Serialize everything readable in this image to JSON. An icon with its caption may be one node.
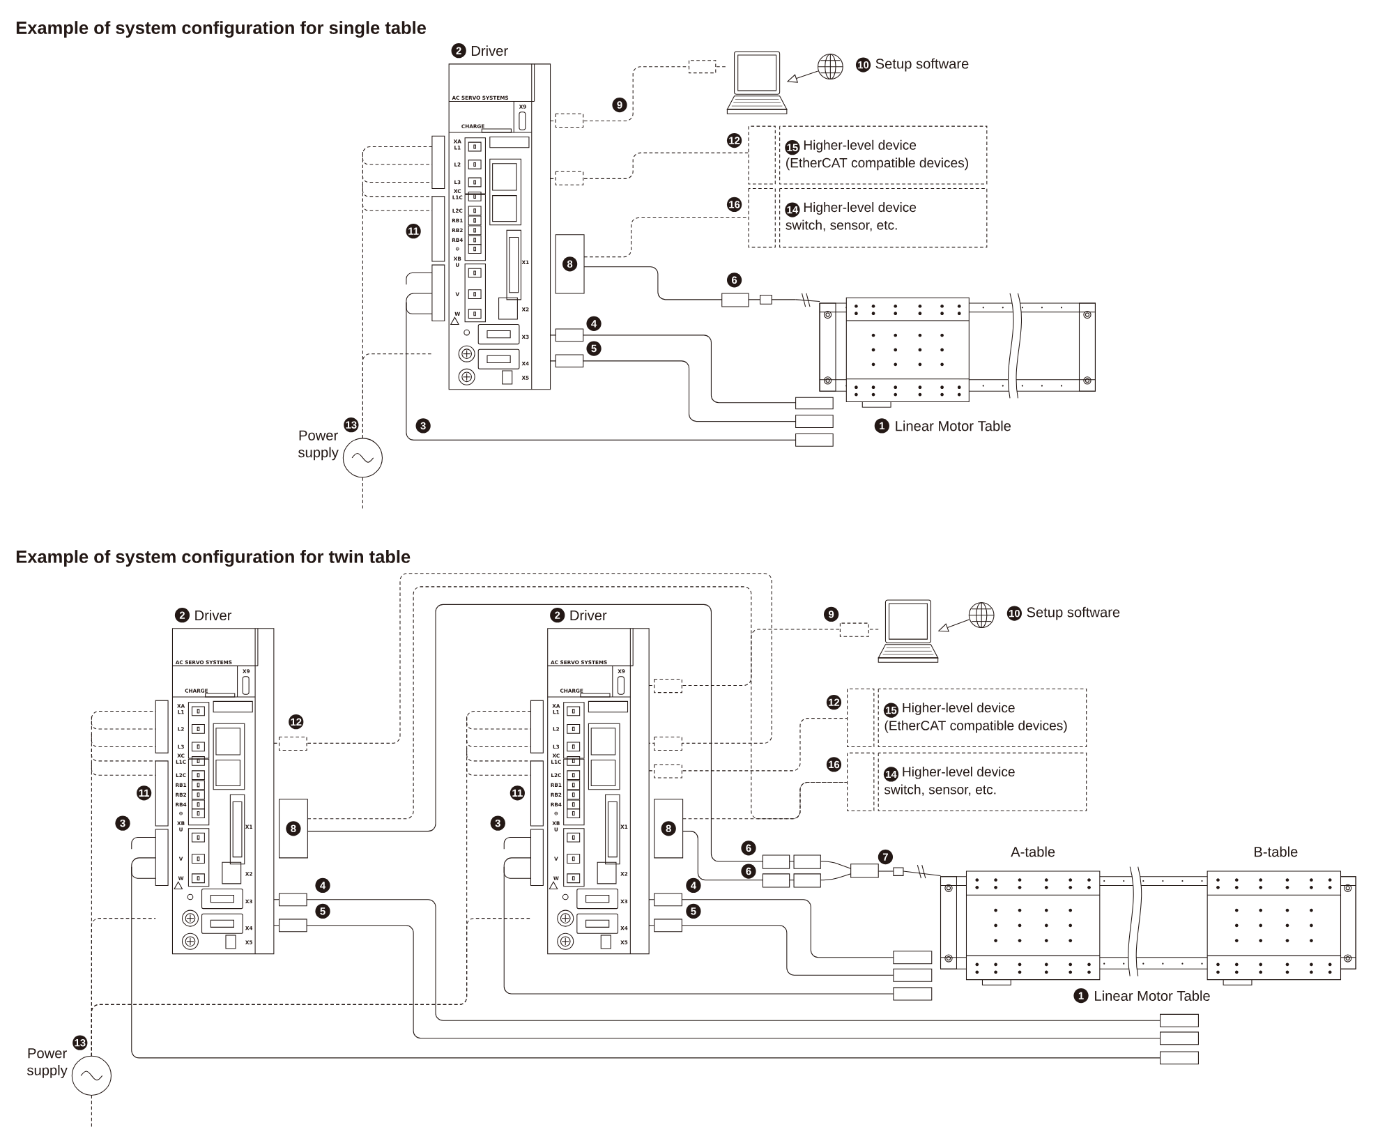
{
  "diagram": {
    "title": "Example of system configuration for single table",
    "nodes": [
      {
        "text": [
          "2",
          "Driver"
        ]
      },
      {
        "text": [],
        "shape": "picture"
      },
      {
        "text": [],
        "shape": "picture",
        "beside": [
          "10",
          "Setup software"
        ]
      },
      {
        "text": [
          "15",
          "Higher-level device (EtherCAT compatible devices)"
        ]
      },
      {
        "text": [
          "14",
          "Higher-level device switch, sensor, etc."
        ]
      },
      {
        "text": [
          "8"
        ]
      },
      {
        "text": [
          "1",
          "Linear Motor Table"
        ]
      },
      {
        "text": [
          "13",
          "Power supply"
        ]
      },
      {
        "text": [
          "2",
          "Driver"
        ]
      },
      {
        "text": [
          "2",
          "Driver"
        ]
      },
      {
        "text": [],
        "shape": "picture"
      },
      {
        "text": [],
        "shape": "picture",
        "beside": [
          "10",
          "Setup software"
        ]
      },
      {
        "text": [
          "15",
          "Higher-level device (EtherCAT compatible devices)"
        ]
      },
      {
        "text": [
          "14",
          "Higher-level device switch, sensor, etc."
        ]
      },
      {
        "text": [
          "8"
        ]
      },
      {
        "text": [
          "8"
        ]
      },
      {
        "text": [],
        "shape": "box"
      },
      {
        "text": [
          "1",
          "Linear Motor Table"
        ],
        "beside": [
          "A-table",
          "B-table"
        ]
      },
      {
        "text": [
          "13",
          "Power supply"
        ]
      }
    ],
    "edges": [
      {
        "from": 0,
        "to": 1,
        "arrow": "none",
        "label": "9",
        "style": "dashed"
      },
      {
        "from": 2,
        "to": 1,
        "arrow": "to"
      },
      {
        "from": 0,
        "to": 3,
        "arrow": "none",
        "label": "12",
        "style": "dashed"
      },
      {
        "from": 5,
        "to": 4,
        "arrow": "none",
        "label": "16",
        "style": "dashed"
      },
      {
        "from": 5,
        "to": 6,
        "arrow": "none",
        "label": "6"
      },
      {
        "from": 0,
        "to": 6,
        "arrow": "none",
        "label": "4"
      },
      {
        "from": 0,
        "to": 6,
        "arrow": "none",
        "label": "5"
      },
      {
        "from": 0,
        "to": 6,
        "arrow": "none",
        "label": "3"
      },
      {
        "from": 7,
        "to": 0,
        "arrow": "none",
        "label": "11",
        "style": "dashed"
      },
      {
        "from": 7,
        "to": 0,
        "arrow": "none",
        "style": "dashed"
      },
      {
        "from": 9,
        "to": 10,
        "arrow": "none",
        "label": "9",
        "style": "dashed"
      },
      {
        "from": 11,
        "to": 10,
        "arrow": "to"
      },
      {
        "from": 8,
        "to": 9,
        "arrow": "none",
        "label": "12",
        "style": "dashed"
      },
      {
        "from": 9,
        "to": 12,
        "arrow": "none",
        "label": "12",
        "style": "dashed"
      },
      {
        "from": 15,
        "to": 13,
        "arrow": "none",
        "label": "16",
        "style": "dashed"
      },
      {
        "from": 14,
        "to": 13,
        "arrow": "none",
        "style": "dashed"
      },
      {
        "from": 14,
        "to": 16,
        "arrow": "none",
        "label": "6"
      },
      {
        "from": 15,
        "to": 16,
        "arrow": "none",
        "label": "6"
      },
      {
        "from": 16,
        "to": 17,
        "arrow": "none",
        "label": "7"
      },
      {
        "from": 8,
        "to": 17,
        "arrow": "none",
        "label": "4"
      },
      {
        "from": 8,
        "to": 17,
        "arrow": "none",
        "label": "5"
      },
      {
        "from": 8,
        "to": 17,
        "arrow": "none",
        "label": "3"
      },
      {
        "from": 9,
        "to": 17,
        "arrow": "none",
        "label": "4"
      },
      {
        "from": 9,
        "to": 17,
        "arrow": "none",
        "label": "5"
      },
      {
        "from": 9,
        "to": 17,
        "arrow": "none",
        "label": "3"
      },
      {
        "from": 18,
        "to": 8,
        "arrow": "none",
        "label": "11",
        "style": "dashed"
      },
      {
        "from": 18,
        "to": 9,
        "arrow": "none",
        "label": "11",
        "style": "dashed"
      },
      {
        "from": 18,
        "to": 8,
        "arrow": "none",
        "style": "dashed"
      },
      {
        "from": 18,
        "to": 9,
        "arrow": "none",
        "style": "dashed"
      }
    ],
    "labels": [
      "Example of system configuration for twin table",
      "AC SERVO SYSTEMS",
      "CHARGE",
      "X9",
      "XA",
      "L1",
      "L2",
      "L3",
      "XC",
      "L1C",
      "L2C",
      "RB1",
      "RB2",
      "RB4",
      "⊖",
      "XB",
      "U",
      "V",
      "W",
      "X1",
      "X2",
      "X3",
      "X4",
      "X5",
      "AC SERVO SYSTEMS",
      "CHARGE",
      "X9",
      "XA",
      "L1",
      "L2",
      "L3",
      "XC",
      "L1C",
      "L2C",
      "RB1",
      "RB2",
      "RB4",
      "⊖",
      "XB",
      "U",
      "V",
      "W",
      "X1",
      "X2",
      "X3",
      "X4",
      "X5",
      "AC SERVO SYSTEMS",
      "CHARGE",
      "X9",
      "XA",
      "L1",
      "L2",
      "L3",
      "XC",
      "L1C",
      "L2C",
      "RB1",
      "RB2",
      "RB4",
      "⊖",
      "XB",
      "U",
      "V",
      "W",
      "X1",
      "X2",
      "X3",
      "X4",
      "X5"
    ]
  }
}
